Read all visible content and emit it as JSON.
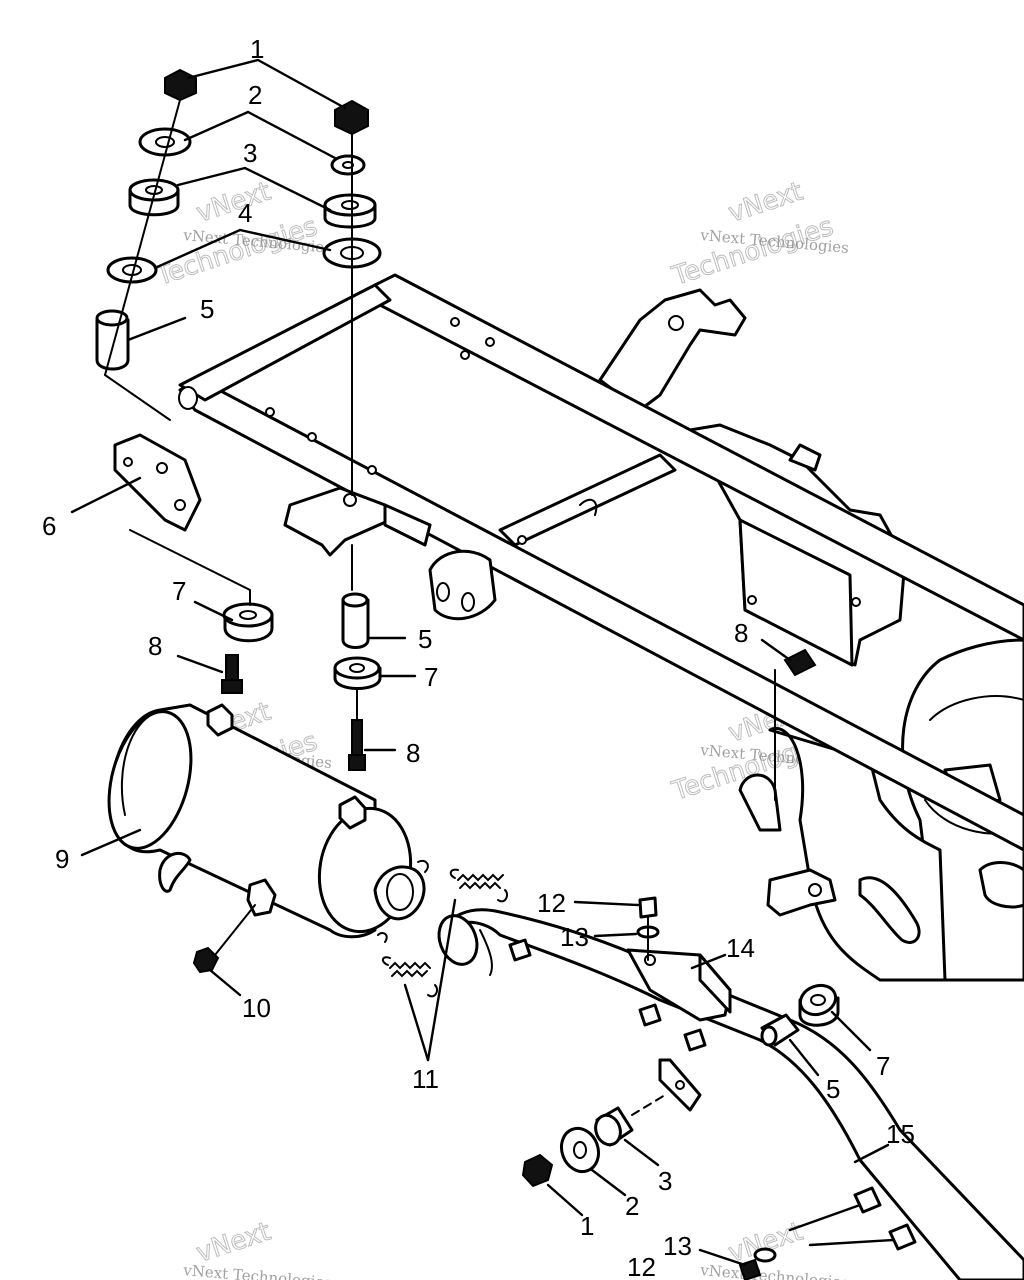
{
  "watermark": {
    "line1": "vNext Technologies",
    "line2": "Technologies",
    "line3": "vNext"
  },
  "callouts": {
    "c1_top": "1",
    "c2_top": "2",
    "c3_top": "3",
    "c4_top": "4",
    "c5_top": "5",
    "c6": "6",
    "c7_left": "7",
    "c8_left": "8",
    "c5_mid": "5",
    "c7_mid": "7",
    "c8_mid": "8",
    "c8_right": "8",
    "c9": "9",
    "c10": "10",
    "c11": "11",
    "c12_mid": "12",
    "c13_mid": "13",
    "c14": "14",
    "c7_bottom": "7",
    "c5_bottom": "5",
    "c15": "15",
    "c3_bottom": "3",
    "c2_bottom": "2",
    "c1_bottom": "1",
    "c13_bottom": "13",
    "c12_bottom": "12"
  }
}
